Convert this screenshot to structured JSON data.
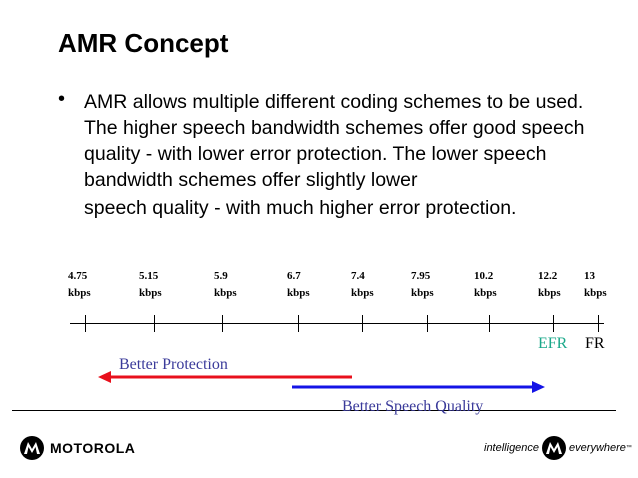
{
  "slide": {
    "title": "AMR Concept",
    "bullet_marker": "•",
    "bullet_text": "AMR allows multiple different coding schemes to be used. The higher speech bandwidth schemes offer good speech quality - with lower error protection. The lower speech bandwidth schemes offer slightly lower",
    "bullet_last_line": "speech quality - with much higher error protection."
  },
  "scale": {
    "rates": [
      {
        "value": "4.75",
        "unit": "kbps"
      },
      {
        "value": "5.15",
        "unit": "kbps"
      },
      {
        "value": "5.9",
        "unit": "kbps"
      },
      {
        "value": "6.7",
        "unit": "kbps"
      },
      {
        "value": "7.4",
        "unit": "kbps"
      },
      {
        "value": "7.95",
        "unit": "kbps"
      },
      {
        "value": "10.2",
        "unit": "kbps"
      },
      {
        "value": "12.2",
        "unit": "kbps"
      },
      {
        "value": "13",
        "unit": "kbps"
      }
    ],
    "efr_label": "EFR",
    "fr_label": "FR"
  },
  "arrows": {
    "protection_label": "Better Protection",
    "quality_label": "Better Speech Quality",
    "protection_color": "#e8101c",
    "quality_color": "#1414e6"
  },
  "colors": {
    "efr": "#1aa88a",
    "fr": "#000000",
    "arrow_text": "#3a3a9a"
  },
  "footer": {
    "brand": "MOTOROLA",
    "tagline_left": "intelligence",
    "tagline_right": "everywhere",
    "trademark": "™",
    "logo_icon": "motorola-batwing-logo"
  }
}
